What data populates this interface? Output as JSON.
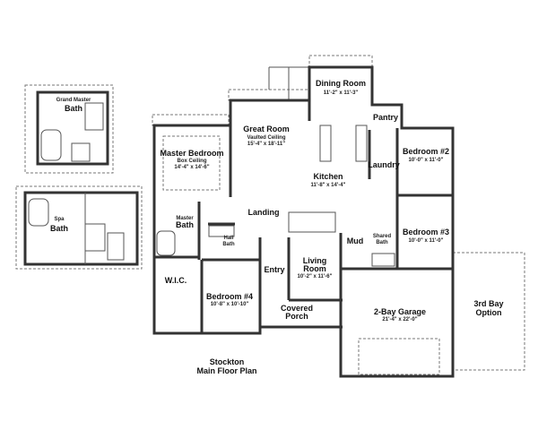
{
  "plan": {
    "title": "Stockton",
    "subtitle": "Main Floor Plan",
    "rooms": {
      "grand_master_bath": {
        "name_line1": "Grand Master",
        "name_line2": "Bath"
      },
      "spa_bath": {
        "name_line1": "Spa",
        "name_line2": "Bath"
      },
      "dining_room": {
        "name": "Dining Room",
        "dims": "11'-2\" x 11'-3\""
      },
      "pantry": {
        "name": "Pantry"
      },
      "great_room": {
        "name": "Great Room",
        "note": "Vaulted Ceiling",
        "dims": "15'-4\" x 18'-11\""
      },
      "master_bedroom": {
        "name": "Master Bedroom",
        "note": "Box Ceiling",
        "dims": "14'-4\" x 14'-6\""
      },
      "kitchen": {
        "name": "Kitchen",
        "dims": "11'-8\" x 14'-4\""
      },
      "laundry": {
        "name": "Laundry"
      },
      "bedroom2": {
        "name": "Bedroom #2",
        "dims": "10'-0\" x 11'-0\""
      },
      "bedroom3": {
        "name": "Bedroom #3",
        "dims": "10'-0\" x 11'-0\""
      },
      "landing": {
        "name": "Landing"
      },
      "master_bath": {
        "name_line1": "Master",
        "name_line2": "Bath"
      },
      "hall_bath": {
        "name_line1": "Hall",
        "name_line2": "Bath"
      },
      "mud": {
        "name": "Mud"
      },
      "shared_bath": {
        "name_line1": "Shared",
        "name_line2": "Bath"
      },
      "wic": {
        "name": "W.I.C."
      },
      "entry": {
        "name": "Entry"
      },
      "living_room": {
        "name_line1": "Living",
        "name_line2": "Room",
        "dims": "10'-2\" x 11'-6\""
      },
      "bedroom4": {
        "name": "Bedroom #4",
        "dims": "10'-8\" x 10'-10\""
      },
      "covered_porch": {
        "name_line1": "Covered",
        "name_line2": "Porch"
      },
      "garage": {
        "name": "2-Bay Garage",
        "dims": "21'-4\" x 22'-0\""
      },
      "third_bay": {
        "name_line1": "3rd Bay",
        "name_line2": "Option"
      }
    }
  }
}
